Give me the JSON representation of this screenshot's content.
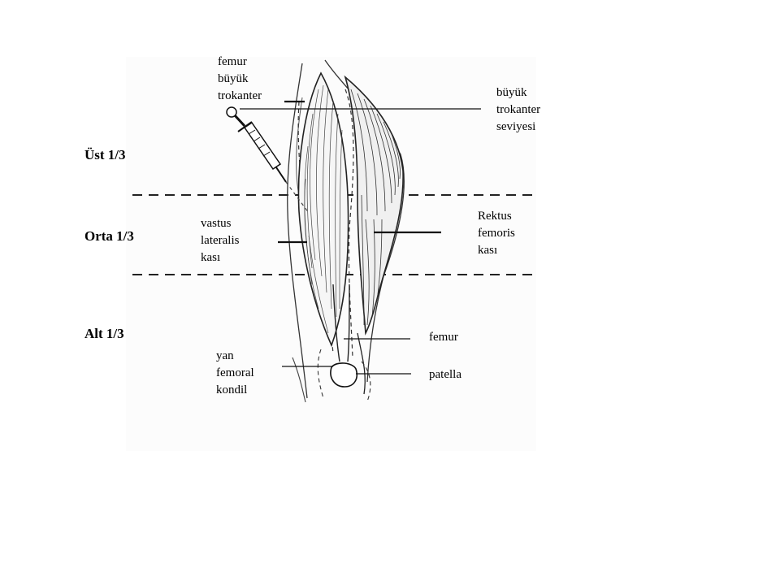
{
  "zones": {
    "upper": "Üst 1/3",
    "middle": "Orta 1/3",
    "lower": "Alt 1/3"
  },
  "labels": {
    "femur_greater_trochanter": [
      "femur",
      "büyük",
      "trokanter"
    ],
    "greater_trochanter_level": [
      "büyük",
      "trokanter",
      "seviyesi"
    ],
    "vastus_lateralis": [
      "vastus",
      "lateralis",
      "kası"
    ],
    "rectus_femoris": [
      "Rektus",
      "femoris",
      "kası"
    ],
    "femur": [
      "femur"
    ],
    "patella": [
      "patella"
    ],
    "lateral_femoral_condyle": [
      "yan",
      "femoral",
      "kondil"
    ]
  }
}
